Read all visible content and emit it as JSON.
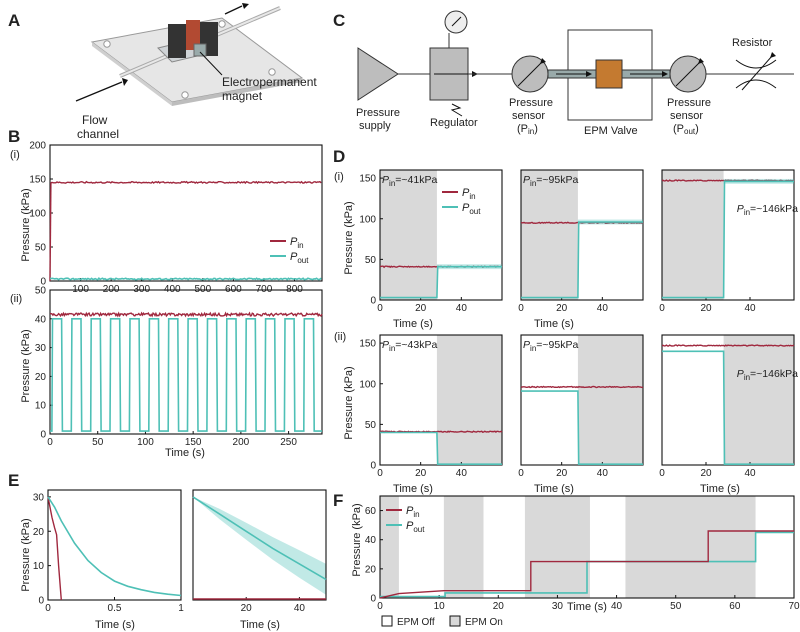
{
  "panel_labels": {
    "A": "A",
    "B": "B",
    "C": "C",
    "D": "D",
    "E": "E",
    "F": "F"
  },
  "panel_a": {
    "flow_channel": "Flow\nchannel",
    "magnet": "Electropermanent\nmagnet"
  },
  "panel_c": {
    "pressure_supply": "Pressure\nsupply",
    "regulator": "Regulator",
    "sensor_in_label": "Pressure\nsensor",
    "sensor_in_sym": "(P",
    "sensor_in_sub": "in",
    "epm_valve": "EPM Valve",
    "sensor_out_label": "Pressure\nsensor",
    "sensor_out_sym": "(P",
    "sensor_out_sub": "out",
    "resistor": "Resistor"
  },
  "colors": {
    "pin": "#a0283e",
    "pout": "#4ec0b6",
    "shade": "#d9d9d9"
  },
  "legend": {
    "p": "P",
    "in": "in",
    "out": "out"
  },
  "axis_labels": {
    "pressure": "Pressure (kPa)",
    "time": "Time (s)"
  },
  "sub_labels": {
    "i": "(i)",
    "ii": "(ii)"
  },
  "panel_f_legend": {
    "off": "EPM Off",
    "on": "EPM On"
  },
  "chart_data": [
    {
      "id": "B_i",
      "type": "line",
      "xlim": [
        0,
        890
      ],
      "ylim": [
        0,
        200
      ],
      "xticks": [
        100,
        200,
        300,
        400,
        500,
        600,
        700,
        800
      ],
      "yticks": [
        0,
        50,
        100,
        150,
        200
      ],
      "series": [
        {
          "name": "Pin",
          "value": 145
        },
        {
          "name": "Pout",
          "value": 3
        }
      ]
    },
    {
      "id": "B_ii",
      "type": "line",
      "xlim": [
        0,
        285
      ],
      "ylim": [
        0,
        50
      ],
      "xticks": [
        0,
        50,
        100,
        150,
        200,
        250
      ],
      "yticks": [
        0,
        10,
        20,
        30,
        40,
        50
      ],
      "series": [
        {
          "name": "Pin",
          "value": 41.5
        },
        {
          "name": "Pout",
          "high": 40,
          "low": 1,
          "period": 20.3,
          "cycles": 13
        }
      ]
    },
    {
      "id": "D_i_1",
      "type": "line",
      "xlim": [
        0,
        60
      ],
      "ylim": [
        0,
        160
      ],
      "shade": [
        [
          0,
          28
        ]
      ],
      "annotation": "~41kPa",
      "pin": 41,
      "pout": {
        "before": 3,
        "after": 41,
        "switch": 28
      },
      "xticks": [
        0,
        20,
        40
      ],
      "yticks": [
        0,
        50,
        100,
        150
      ]
    },
    {
      "id": "D_i_2",
      "type": "line",
      "xlim": [
        0,
        60
      ],
      "ylim": [
        0,
        160
      ],
      "shade": [
        [
          0,
          28
        ]
      ],
      "annotation": "~95kPa",
      "pin": 95,
      "pout": {
        "before": 3,
        "after": 96,
        "switch": 28
      },
      "xticks": [
        0,
        20,
        40
      ],
      "yticks": []
    },
    {
      "id": "D_i_3",
      "type": "line",
      "xlim": [
        0,
        60
      ],
      "ylim": [
        0,
        160
      ],
      "shade": [
        [
          0,
          28
        ]
      ],
      "annotation": "~146kPa",
      "pin": 147,
      "pout": {
        "before": 3,
        "after": 146,
        "switch": 28
      },
      "xticks": [
        0,
        20,
        40
      ],
      "yticks": []
    },
    {
      "id": "D_ii_1",
      "type": "line",
      "xlim": [
        0,
        60
      ],
      "ylim": [
        0,
        160
      ],
      "shade": [
        [
          28,
          60
        ]
      ],
      "annotation": "~43kPa",
      "pin": 41,
      "pout": {
        "before": 40,
        "after": 1,
        "switch": 28
      },
      "xticks": [
        0,
        20,
        40
      ],
      "yticks": [
        0,
        50,
        100,
        150
      ]
    },
    {
      "id": "D_ii_2",
      "type": "line",
      "xlim": [
        0,
        60
      ],
      "ylim": [
        0,
        160
      ],
      "shade": [
        [
          28,
          60
        ]
      ],
      "annotation": "~95kPa",
      "pin": 96,
      "pout": {
        "before": 91,
        "after": 1,
        "switch": 28
      },
      "xticks": [
        0,
        20,
        40
      ],
      "yticks": []
    },
    {
      "id": "D_ii_3",
      "type": "line",
      "xlim": [
        0,
        60
      ],
      "ylim": [
        0,
        160
      ],
      "shade": [
        [
          28,
          60
        ]
      ],
      "annotation": "~146kPa",
      "pin": 147,
      "pout": {
        "before": 140,
        "after": 1,
        "switch": 28
      },
      "xticks": [
        0,
        20,
        40
      ],
      "yticks": []
    },
    {
      "id": "E_1",
      "type": "line",
      "xlim": [
        0,
        1
      ],
      "ylim": [
        0,
        32
      ],
      "xticks": [
        0,
        0.5,
        1
      ],
      "xticklabels": [
        "0",
        "0.5",
        "1"
      ],
      "yticks": [
        0,
        10,
        20,
        30
      ],
      "series": [
        {
          "name": "Pin",
          "points": [
            [
              0,
              30
            ],
            [
              0.03,
              24
            ],
            [
              0.05,
              21
            ],
            [
              0.065,
              19
            ],
            [
              0.08,
              10
            ],
            [
              0.1,
              0
            ]
          ]
        },
        {
          "name": "Pout",
          "points": [
            [
              0,
              30
            ],
            [
              0.05,
              27
            ],
            [
              0.1,
              23
            ],
            [
              0.2,
              16.5
            ],
            [
              0.3,
              11.5
            ],
            [
              0.4,
              8
            ],
            [
              0.5,
              5.5
            ],
            [
              0.6,
              4
            ],
            [
              0.7,
              3
            ],
            [
              0.8,
              2.2
            ],
            [
              0.9,
              1.7
            ],
            [
              1.0,
              1.3
            ]
          ]
        }
      ]
    },
    {
      "id": "E_2",
      "type": "line",
      "xlim": [
        0,
        50
      ],
      "ylim": [
        0,
        32
      ],
      "xticks": [
        20,
        40
      ],
      "yticks": [],
      "series": [
        {
          "name": "Pout",
          "points": [
            [
              0,
              30
            ],
            [
              10,
              25
            ],
            [
              20,
              20
            ],
            [
              30,
              15
            ],
            [
              40,
              10.5
            ],
            [
              50,
              6
            ]
          ],
          "band": [
            [
              0,
              0
            ],
            [
              10,
              1.5
            ],
            [
              20,
              2.5
            ],
            [
              30,
              3.3
            ],
            [
              40,
              4
            ],
            [
              50,
              4.5
            ]
          ]
        },
        {
          "name": "Pin",
          "value": 0
        }
      ]
    },
    {
      "id": "F",
      "type": "line",
      "xlim": [
        0,
        70
      ],
      "ylim": [
        0,
        70
      ],
      "xticks": [
        0,
        10,
        20,
        30,
        40,
        50,
        60,
        70
      ],
      "yticks": [
        0,
        20,
        40,
        60
      ],
      "shade": [
        [
          0,
          3.2
        ],
        [
          10.8,
          17.5
        ],
        [
          24.5,
          35.5
        ],
        [
          41.5,
          63.5
        ]
      ],
      "pin_steps": [
        [
          0,
          0
        ],
        [
          3.2,
          3
        ],
        [
          10.8,
          5
        ],
        [
          25.5,
          5
        ],
        [
          25.5,
          25
        ],
        [
          55.5,
          25
        ],
        [
          55.5,
          46
        ],
        [
          70,
          46
        ]
      ],
      "pout_steps": [
        [
          0,
          1
        ],
        [
          11,
          1
        ],
        [
          11,
          3.5
        ],
        [
          35,
          3.5
        ],
        [
          35,
          25
        ],
        [
          63.5,
          25
        ],
        [
          63.5,
          45
        ],
        [
          70,
          45
        ]
      ]
    }
  ]
}
